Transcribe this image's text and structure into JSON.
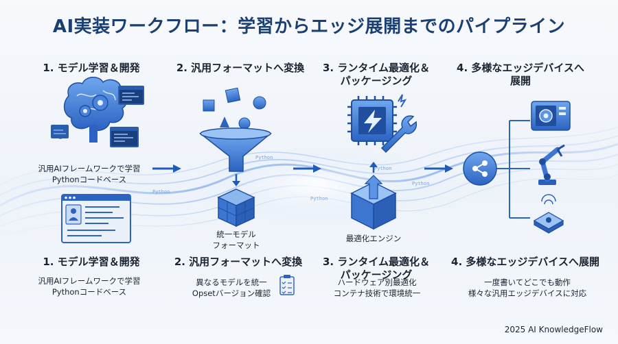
{
  "title": "AI実装ワークフロー：学習からエッジ展開までのパイプライン",
  "top_stages": [
    {
      "title": "1. モデル学習＆開発",
      "desc_lines": [
        "汎用AIフレームワークで学習",
        "Pythonコードベース"
      ]
    },
    {
      "title": "2. 汎用フォーマットへ変換",
      "desc_lines": [
        "統一モデル",
        "フォーマット"
      ]
    },
    {
      "title_lines": [
        "3. ランタイム最適化＆",
        "パッケージング"
      ],
      "desc_lines": [
        "最適化エンジン"
      ]
    },
    {
      "title_lines": [
        "4. 多様なエッジデバイスへ",
        "展開"
      ]
    }
  ],
  "bottom_stages": [
    {
      "title": "1. モデル学習＆開発",
      "desc_lines": [
        "汎用AIフレームワークで学習",
        "Pythonコードベース"
      ]
    },
    {
      "title": "2. 汎用フォーマットへ変換",
      "desc_lines": [
        "異なるモデルを統一",
        "Opsetバージョン確認"
      ]
    },
    {
      "title_lines": [
        "3. ランタイム最適化＆",
        "パッケージング"
      ],
      "desc_lines": [
        "ハードウェア別最適化",
        "コンテナ技術で環境統一"
      ]
    },
    {
      "title": "4. 多様なエッジデバイスへ展開",
      "desc_lines": [
        "一度書いてどこでも動作",
        "様々な汎用エッジデバイスに対応"
      ]
    }
  ],
  "flow_labels": [
    "Python",
    "Python",
    "Python",
    "Python",
    "Python"
  ],
  "footer": "2025 AI KnowledgeFlow",
  "colors": {
    "title": "#1a3f73",
    "accent_blue": "#2f6fd6",
    "light_blue": "#cfe0f6",
    "flow": "#4d8fe8"
  },
  "icons": [
    "brain-gear-icon",
    "code-window-icon",
    "funnel-icon",
    "cube-icon",
    "chip-icon",
    "wrench-icon",
    "box-icon",
    "share-hub-icon",
    "camera-device-icon",
    "robot-arm-icon",
    "iot-sensor-icon",
    "checklist-icon"
  ]
}
